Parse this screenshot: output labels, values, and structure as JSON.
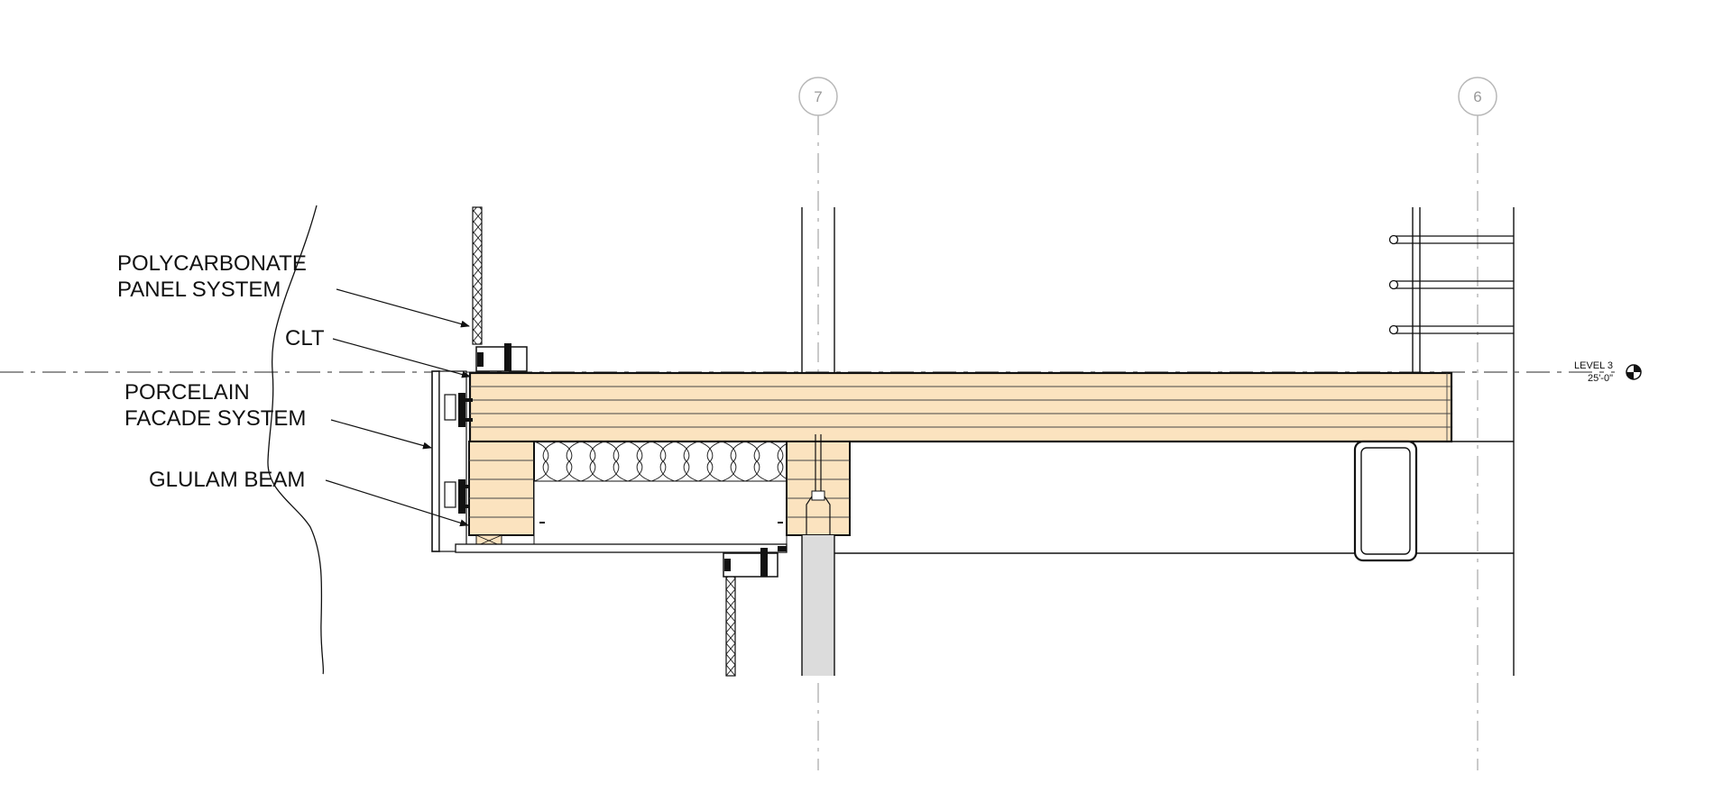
{
  "callouts": {
    "polycarbonate_line1": "POLYCARBONATE",
    "polycarbonate_line2": "PANEL SYSTEM",
    "clt": "CLT",
    "porcelain_line1": "PORCELAIN",
    "porcelain_line2": "FACADE SYSTEM",
    "glulam": "GLULAM BEAM"
  },
  "grid_bubbles": {
    "left": "7",
    "right": "6"
  },
  "level_marker": {
    "name": "LEVEL 3",
    "elevation": "25'-0\""
  },
  "colors": {
    "timber": "#fbe3bf",
    "line": "#111111",
    "grid_line": "#b8b8b8",
    "concrete": "#dcdcdc"
  }
}
